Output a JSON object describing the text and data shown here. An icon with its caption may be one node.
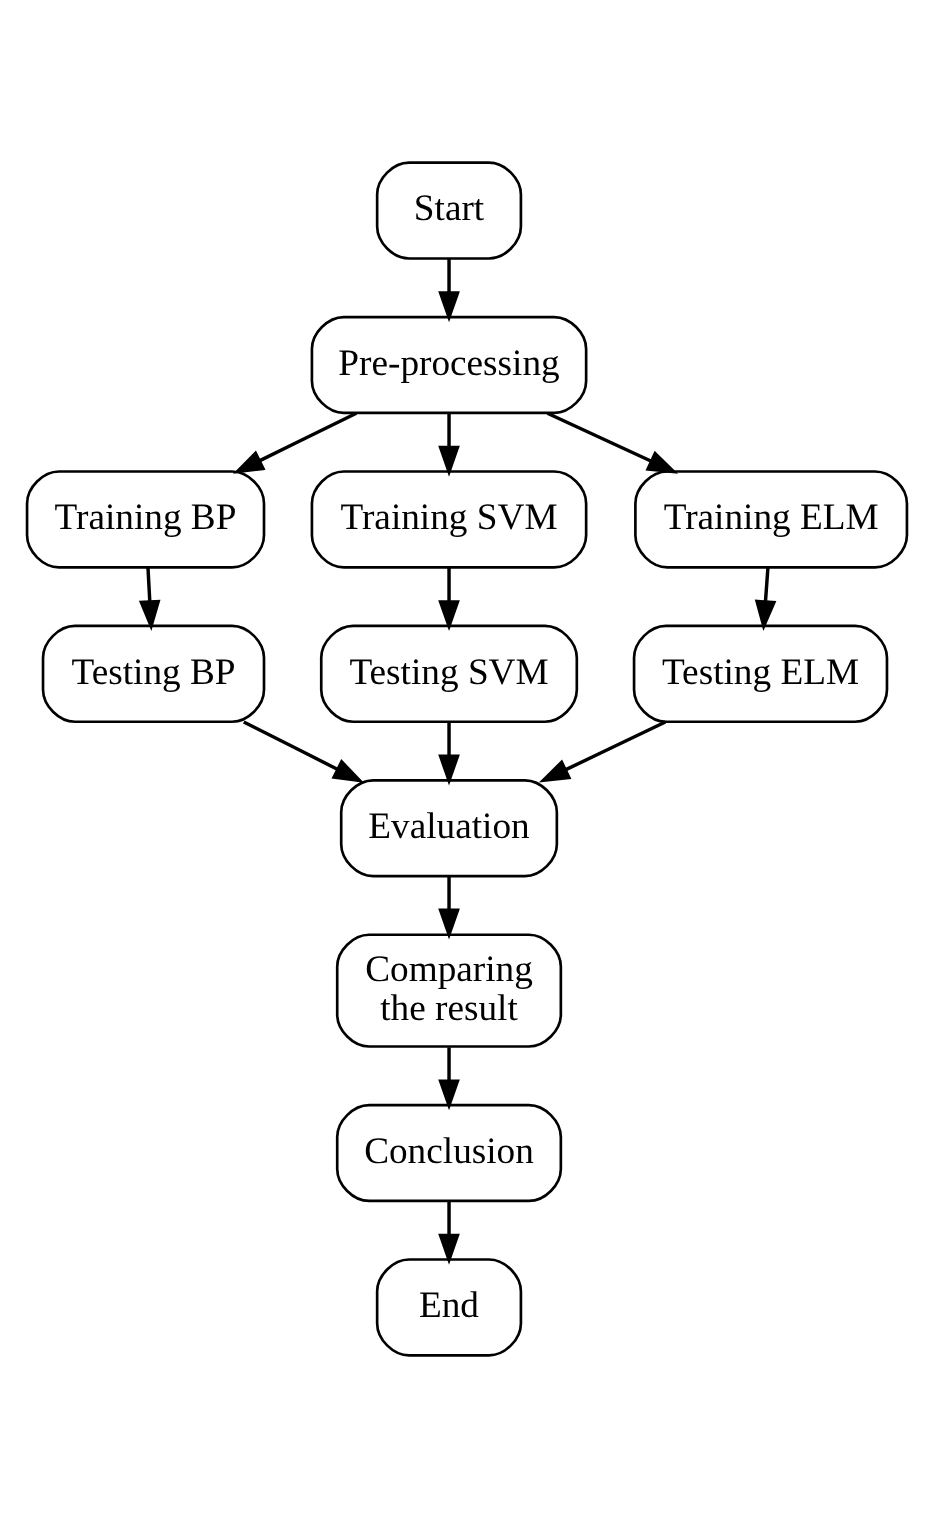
{
  "diagram": {
    "nodes": [
      {
        "text": [
          "Start"
        ]
      },
      {
        "text": [
          "Pre-processing"
        ]
      },
      {
        "text": [
          "Training BP"
        ]
      },
      {
        "text": [
          "Training SVM"
        ]
      },
      {
        "text": [
          "Training ELM"
        ]
      },
      {
        "text": [
          "Testing BP"
        ]
      },
      {
        "text": [
          "Testing SVM"
        ]
      },
      {
        "text": [
          "Testing ELM"
        ]
      },
      {
        "text": [
          "Evaluation"
        ]
      },
      {
        "text": [
          "Comparing the result"
        ]
      },
      {
        "text": [
          "Conclusion"
        ]
      },
      {
        "text": [
          "End"
        ]
      }
    ],
    "edges": [
      {
        "from": 0,
        "to": 1,
        "arrow": "to"
      },
      {
        "from": 1,
        "to": 2,
        "arrow": "to"
      },
      {
        "from": 1,
        "to": 3,
        "arrow": "to"
      },
      {
        "from": 1,
        "to": 4,
        "arrow": "to"
      },
      {
        "from": 2,
        "to": 5,
        "arrow": "to"
      },
      {
        "from": 3,
        "to": 6,
        "arrow": "to"
      },
      {
        "from": 4,
        "to": 7,
        "arrow": "to"
      },
      {
        "from": 5,
        "to": 8,
        "arrow": "to"
      },
      {
        "from": 6,
        "to": 8,
        "arrow": "to"
      },
      {
        "from": 7,
        "to": 8,
        "arrow": "to"
      },
      {
        "from": 8,
        "to": 9,
        "arrow": "to"
      },
      {
        "from": 9,
        "to": 10,
        "arrow": "to"
      },
      {
        "from": 10,
        "to": 11,
        "arrow": "to"
      }
    ]
  }
}
